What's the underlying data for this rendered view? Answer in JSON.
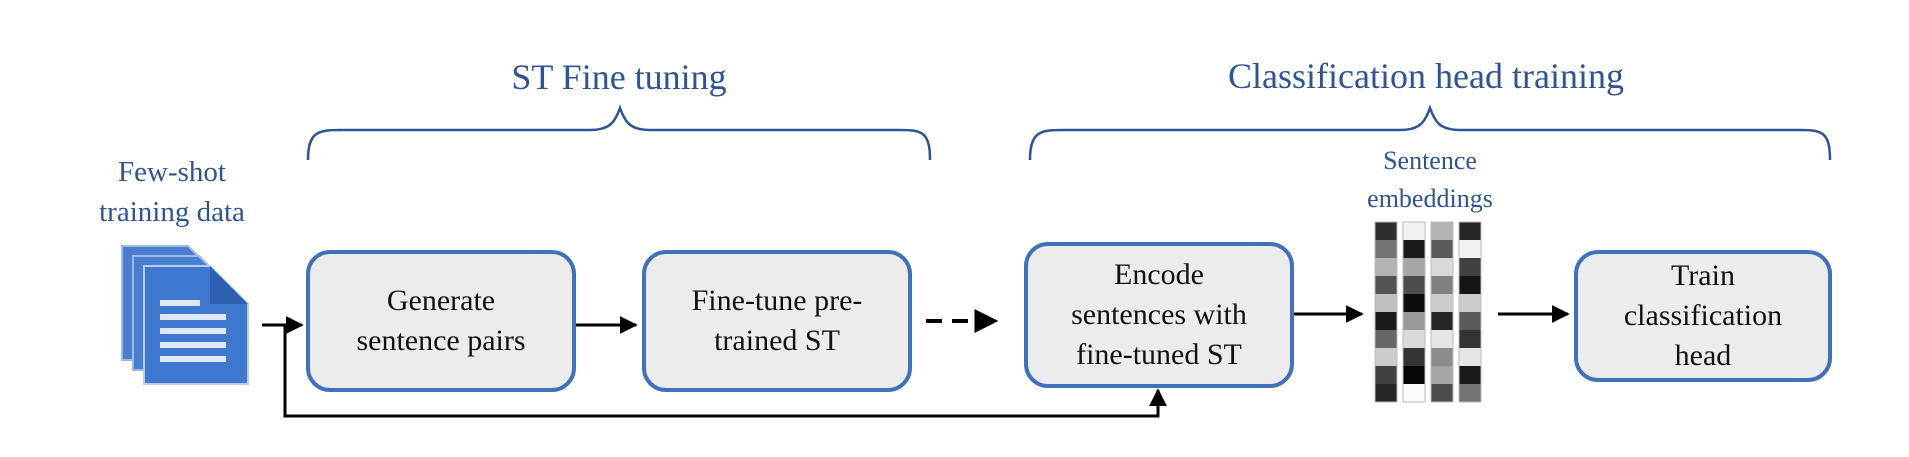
{
  "sections": {
    "st_fine_tuning": "ST Fine tuning",
    "classification_head_training": "Classification head training"
  },
  "input": {
    "label": "Few-shot\ntraining data",
    "icon": "document-stack-icon"
  },
  "embeddings_label": "Sentence\nembeddings",
  "nodes": {
    "generate": "Generate\nsentence pairs",
    "finetune": "Fine-tune pre-\ntrained ST",
    "encode": "Encode\nsentences with\nfine-tuned ST",
    "train": "Train\nclassification\nhead"
  },
  "colors": {
    "accent": "#2e5496",
    "box_border": "#3f72b8",
    "box_fill": "#ececec",
    "arrow": "#000000"
  },
  "embedding_matrix": [
    [
      0.82,
      0.55,
      0.3,
      0.68,
      0.25,
      0.9,
      0.6,
      0.2,
      0.75,
      0.85
    ],
    [
      0.05,
      0.9,
      0.35,
      0.7,
      0.95,
      0.4,
      0.15,
      0.8,
      0.98,
      0.02
    ],
    [
      0.3,
      0.65,
      0.15,
      0.5,
      0.2,
      0.85,
      0.1,
      0.45,
      0.35,
      0.7
    ],
    [
      0.85,
      0.05,
      0.75,
      0.92,
      0.2,
      0.65,
      0.8,
      0.1,
      0.9,
      0.55
    ]
  ]
}
